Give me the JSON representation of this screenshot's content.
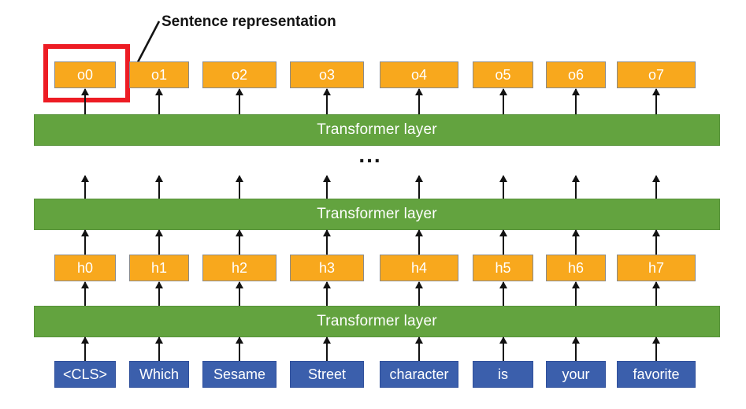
{
  "annotation": {
    "label": "Sentence representation",
    "highlighted_output": "o0"
  },
  "layers": {
    "transformer_label": "Transformer layer",
    "ellipsis": "..."
  },
  "outputs": {
    "labels": [
      "o0",
      "o1",
      "o2",
      "o3",
      "o4",
      "o5",
      "o6",
      "o7"
    ]
  },
  "hidden": {
    "labels": [
      "h0",
      "h1",
      "h2",
      "h3",
      "h4",
      "h5",
      "h6",
      "h7"
    ]
  },
  "input": {
    "tokens": [
      "<CLS>",
      "Which",
      "Sesame",
      "Street",
      "character",
      "is",
      "your",
      "favorite"
    ]
  },
  "colors": {
    "orange": "#F8A81D",
    "green": "#63A33F",
    "blue": "#3B5FAC",
    "red": "#ED1C24",
    "arrow": "#121212"
  }
}
